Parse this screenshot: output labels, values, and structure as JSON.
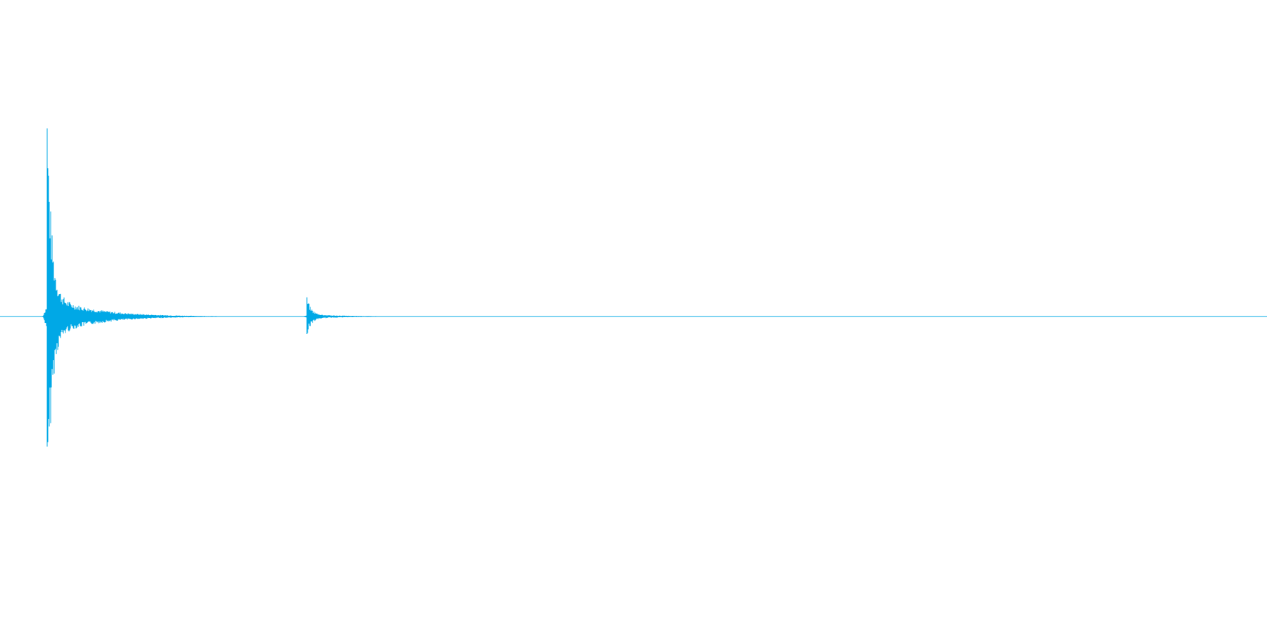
{
  "waveform": {
    "color": "#00a8e6",
    "background": "#ffffff",
    "amplitude_scale": "peak-normalized",
    "peak_amplitude": 1.0,
    "events": [
      {
        "label": "main-transient",
        "onset_fraction": 0.037,
        "peak_amplitude": 1.0,
        "decay_fraction": 0.32
      },
      {
        "label": "secondary-transient",
        "onset_fraction": 0.242,
        "peak_amplitude": 0.09,
        "decay_fraction": 0.12
      }
    ],
    "tail_end_fraction": 0.34
  }
}
